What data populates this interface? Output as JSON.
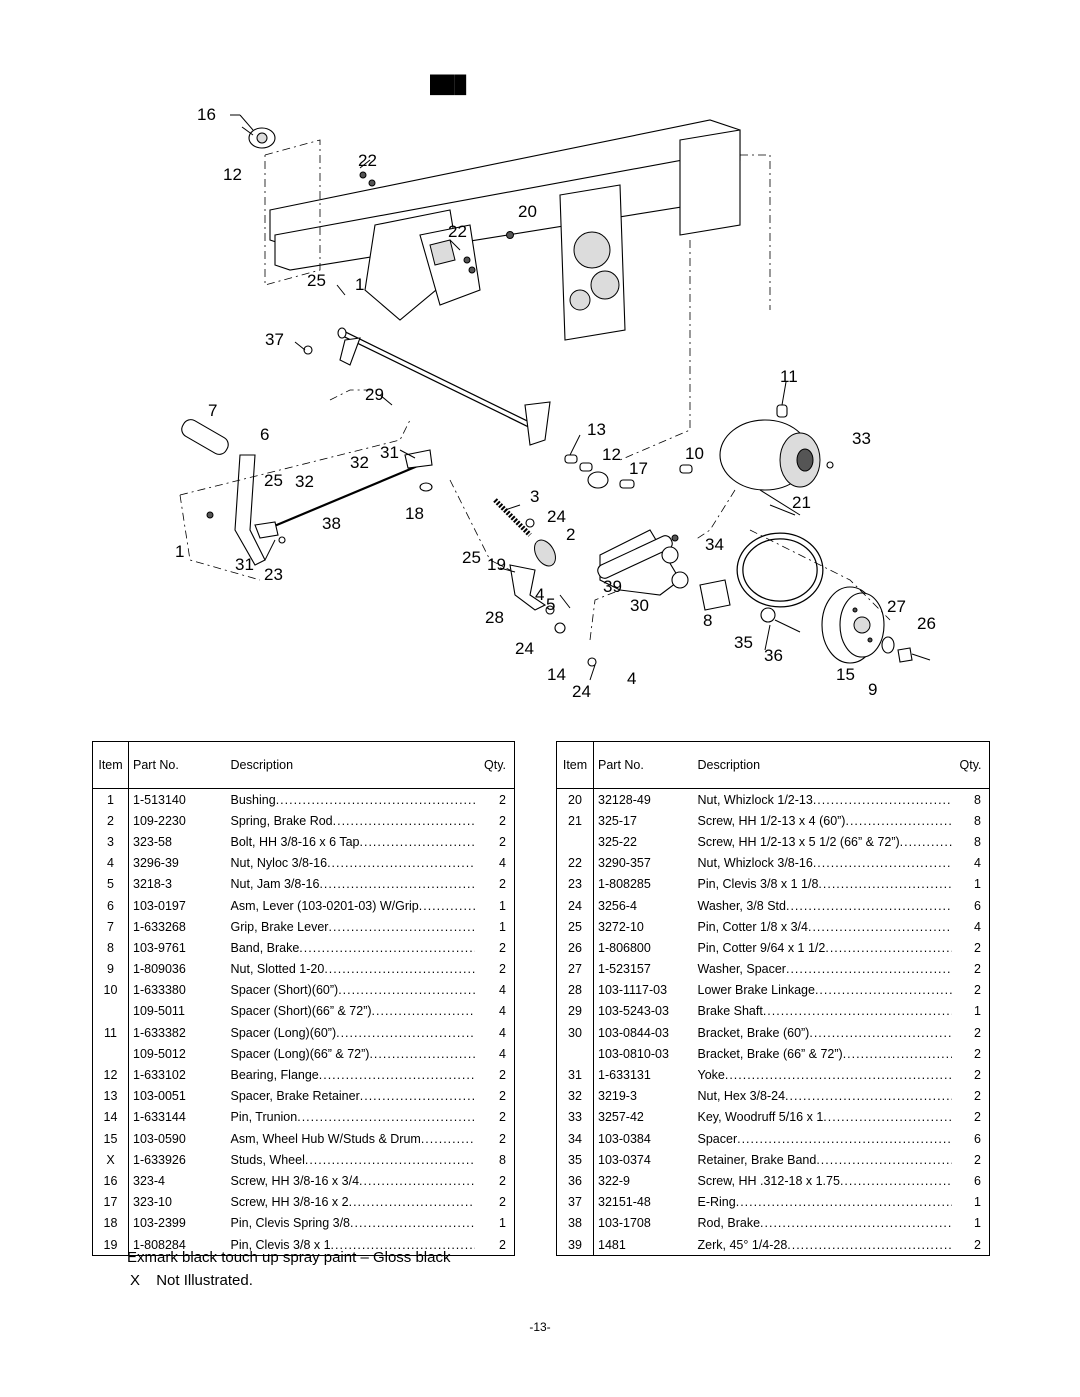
{
  "diagram": {
    "title_glyphs": "███",
    "callouts": [
      {
        "id": "16a",
        "text": "16"
      },
      {
        "id": "12a",
        "text": "12"
      },
      {
        "id": "22a",
        "text": "22"
      },
      {
        "id": "20",
        "text": "20"
      },
      {
        "id": "22b",
        "text": "22"
      },
      {
        "id": "25a",
        "text": "25"
      },
      {
        "id": "1a",
        "text": "1"
      },
      {
        "id": "37",
        "text": "37"
      },
      {
        "id": "29",
        "text": "29"
      },
      {
        "id": "11",
        "text": "11"
      },
      {
        "id": "7",
        "text": "7"
      },
      {
        "id": "6",
        "text": "6"
      },
      {
        "id": "31a",
        "text": "31"
      },
      {
        "id": "32a",
        "text": "32"
      },
      {
        "id": "13",
        "text": "13"
      },
      {
        "id": "12b",
        "text": "12"
      },
      {
        "id": "10",
        "text": "10"
      },
      {
        "id": "33",
        "text": "33"
      },
      {
        "id": "17",
        "text": "17"
      },
      {
        "id": "25b",
        "text": "25"
      },
      {
        "id": "32b",
        "text": "32"
      },
      {
        "id": "3",
        "text": "3"
      },
      {
        "id": "21",
        "text": "21"
      },
      {
        "id": "38",
        "text": "38"
      },
      {
        "id": "18",
        "text": "18"
      },
      {
        "id": "24a",
        "text": "24"
      },
      {
        "id": "2",
        "text": "2"
      },
      {
        "id": "1b",
        "text": "1"
      },
      {
        "id": "34",
        "text": "34"
      },
      {
        "id": "31b",
        "text": "31"
      },
      {
        "id": "25c",
        "text": "25"
      },
      {
        "id": "19",
        "text": "19"
      },
      {
        "id": "23",
        "text": "23"
      },
      {
        "id": "39",
        "text": "39"
      },
      {
        "id": "4a",
        "text": "4"
      },
      {
        "id": "5",
        "text": "5"
      },
      {
        "id": "30",
        "text": "30"
      },
      {
        "id": "27",
        "text": "27"
      },
      {
        "id": "28",
        "text": "28"
      },
      {
        "id": "8",
        "text": "8"
      },
      {
        "id": "26",
        "text": "26"
      },
      {
        "id": "35",
        "text": "35"
      },
      {
        "id": "24b",
        "text": "24"
      },
      {
        "id": "36",
        "text": "36"
      },
      {
        "id": "14",
        "text": "14"
      },
      {
        "id": "4b",
        "text": "4"
      },
      {
        "id": "15",
        "text": "15"
      },
      {
        "id": "24c",
        "text": "24"
      },
      {
        "id": "9",
        "text": "9"
      }
    ]
  },
  "table_headers": {
    "item": "Item",
    "part_no": "Part No.",
    "description": "Description",
    "qty": "Qty."
  },
  "left_rows": [
    {
      "item": "1",
      "part": "1-513140",
      "desc": "Bushing",
      "qty": "2"
    },
    {
      "item": "2",
      "part": "109-2230",
      "desc": "Spring, Brake Rod",
      "qty": "2"
    },
    {
      "item": "3",
      "part": "323-58",
      "desc": "Bolt, HH 3/8-16 x 6 Tap",
      "qty": "2"
    },
    {
      "item": "4",
      "part": "3296-39",
      "desc": "Nut, Nyloc 3/8-16",
      "qty": "4"
    },
    {
      "item": "5",
      "part": "3218-3",
      "desc": "Nut, Jam 3/8-16",
      "qty": "2"
    },
    {
      "item": "6",
      "part": "103-0197",
      "desc": "Asm, Lever (103-0201-03) W/Grip",
      "qty": "1"
    },
    {
      "item": "7",
      "part": "1-633268",
      "desc": "Grip, Brake Lever",
      "qty": "1"
    },
    {
      "item": "8",
      "part": "103-9761",
      "desc": "Band, Brake",
      "qty": "2"
    },
    {
      "item": "9",
      "part": "1-809036",
      "desc": "Nut, Slotted 1-20",
      "qty": "2"
    },
    {
      "item": "10",
      "part": "1-633380",
      "desc": "Spacer (Short)(60”)",
      "qty": "4"
    },
    {
      "item": "",
      "part": "109-5011",
      "desc": "Spacer (Short)(66” & 72”)",
      "qty": "4"
    },
    {
      "item": "11",
      "part": "1-633382",
      "desc": "Spacer (Long)(60”)",
      "qty": "4"
    },
    {
      "item": "",
      "part": "109-5012",
      "desc": "Spacer (Long)(66” & 72”)",
      "qty": "4"
    },
    {
      "item": "12",
      "part": "1-633102",
      "desc": "Bearing, Flange",
      "qty": "2"
    },
    {
      "item": "13",
      "part": "103-0051",
      "desc": "Spacer, Brake Retainer",
      "qty": "2"
    },
    {
      "item": "14",
      "part": "1-633144",
      "desc": "Pin, Trunion",
      "qty": "2"
    },
    {
      "item": "15",
      "part": "103-0590",
      "desc": "Asm, Wheel Hub W/Studs & Drum",
      "qty": "2"
    },
    {
      "item": "X",
      "part": "1-633926",
      "desc": "Studs, Wheel",
      "qty": "8"
    },
    {
      "item": "16",
      "part": "323-4",
      "desc": "Screw, HH 3/8-16 x 3/4",
      "qty": "2"
    },
    {
      "item": "17",
      "part": "323-10",
      "desc": "Screw, HH 3/8-16 x 2",
      "qty": "2"
    },
    {
      "item": "18",
      "part": "103-2399",
      "desc": "Pin, Clevis Spring 3/8",
      "qty": "1"
    },
    {
      "item": "19",
      "part": "1-808284",
      "desc": "Pin, Clevis 3/8 x 1",
      "qty": "2"
    }
  ],
  "right_rows": [
    {
      "item": "20",
      "part": "32128-49",
      "desc": "Nut, Whizlock 1/2-13",
      "qty": "8"
    },
    {
      "item": "21",
      "part": "325-17",
      "desc": "Screw, HH 1/2-13 x 4 (60”)",
      "qty": "8"
    },
    {
      "item": "",
      "part": "325-22",
      "desc": "Screw, HH 1/2-13 x 5 1/2 (66” & 72”)",
      "qty": "8"
    },
    {
      "item": "22",
      "part": "3290-357",
      "desc": "Nut, Whizlock 3/8-16",
      "qty": "4"
    },
    {
      "item": "23",
      "part": "1-808285",
      "desc": "Pin, Clevis 3/8 x 1 1/8",
      "qty": "1"
    },
    {
      "item": "24",
      "part": "3256-4",
      "desc": "Washer, 3/8 Std",
      "qty": "6"
    },
    {
      "item": "25",
      "part": "3272-10",
      "desc": "Pin, Cotter 1/8 x 3/4",
      "qty": "4"
    },
    {
      "item": "26",
      "part": "1-806800",
      "desc": "Pin, Cotter 9/64 x 1 1/2",
      "qty": "2"
    },
    {
      "item": "27",
      "part": "1-523157",
      "desc": "Washer, Spacer",
      "qty": "2"
    },
    {
      "item": "28",
      "part": "103-1117-03",
      "desc": " Lower Brake Linkage",
      "qty": "2"
    },
    {
      "item": "29",
      "part": "103-5243-03",
      "desc": "Brake Shaft",
      "qty": "1"
    },
    {
      "item": "30",
      "part": "103-0844-03",
      "desc": "Bracket, Brake (60”)",
      "qty": "2"
    },
    {
      "item": "",
      "part": "103-0810-03",
      "desc": "Bracket, Brake (66” & 72”)",
      "qty": "2"
    },
    {
      "item": "31",
      "part": "1-633131",
      "desc": "Yoke",
      "qty": "2"
    },
    {
      "item": "32",
      "part": "3219-3",
      "desc": "Nut, Hex 3/8-24",
      "qty": "2"
    },
    {
      "item": "33",
      "part": "3257-42",
      "desc": "Key, Woodruff 5/16 x 1",
      "qty": "2"
    },
    {
      "item": "34",
      "part": "103-0384",
      "desc": "Spacer",
      "qty": "6"
    },
    {
      "item": "35",
      "part": "103-0374",
      "desc": "Retainer, Brake Band",
      "qty": "2"
    },
    {
      "item": "36",
      "part": "322-9",
      "desc": "Screw, HH .312-18 x 1.75",
      "qty": "6"
    },
    {
      "item": "37",
      "part": "32151-48",
      "desc": "E-Ring",
      "qty": "1"
    },
    {
      "item": "38",
      "part": "103-1708",
      "desc": "Rod, Brake",
      "qty": "1"
    },
    {
      "item": "39",
      "part": "1481",
      "desc": "Zerk, 45° 1/4-28",
      "qty": "2"
    }
  ],
  "notes": {
    "paint": "Exmark black touch up spray paint – Gloss black",
    "not_illustrated_mark": "X",
    "not_illustrated_text": "Not Illustrated."
  },
  "page_number": "-13-"
}
